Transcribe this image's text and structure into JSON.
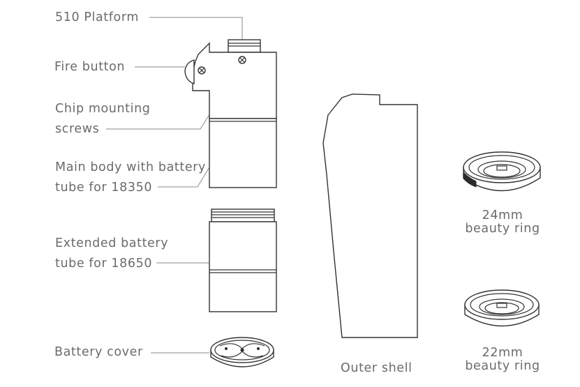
{
  "labels": {
    "platform": "510 Platform",
    "fire_button": "Fire button",
    "chip_screws_1": "Chip mounting",
    "chip_screws_2": "screws",
    "main_body_1": "Main body with battery",
    "main_body_2": "tube for 18350",
    "extended_1": "Extended battery",
    "extended_2": "tube for 18650",
    "battery_cover": "Battery cover",
    "outer_shell": "Outer shell",
    "ring24_1": "24mm",
    "ring24_2": "beauty ring",
    "ring22_1": "22mm",
    "ring22_2": "beauty ring"
  },
  "colors": {
    "label_text": "#6b6b6b",
    "outline": "#333333",
    "leader_line": "#8a8a8a",
    "background": "#ffffff"
  }
}
